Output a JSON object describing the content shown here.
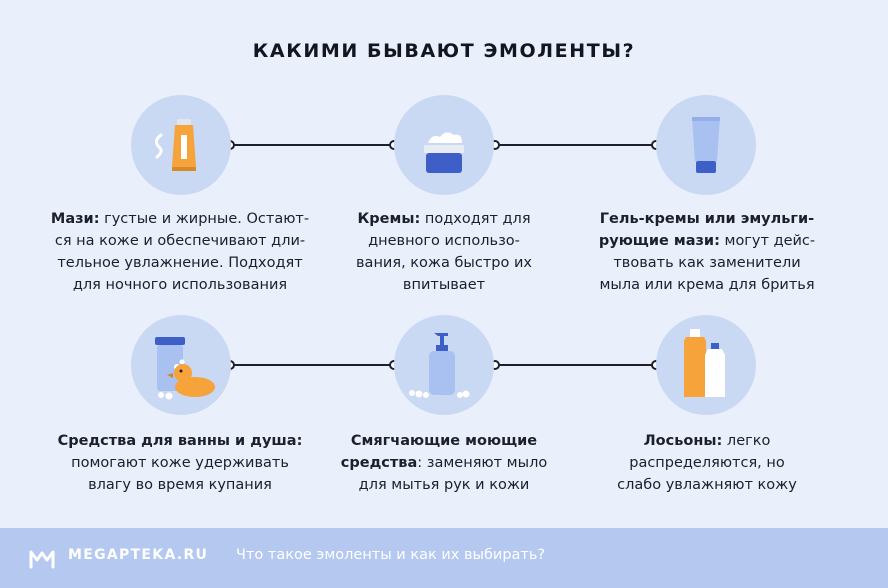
{
  "title": "КАКИМИ БЫВАЮТ ЭМОЛЕНТЫ?",
  "items": [
    {
      "icon": "ointment-tube-icon",
      "name": "Мази:",
      "text_lines": [
        "густые и жирные. Остают-",
        "ся на коже и обеспечивают дли-",
        "тельное увлажнение. Подходят",
        "для ночного использования"
      ]
    },
    {
      "icon": "cream-jar-icon",
      "name": "Кремы:",
      "text_lines": [
        "подходят для",
        "дневного использо-",
        "вания, кожа быстро их",
        "впитывает"
      ]
    },
    {
      "icon": "gel-tube-icon",
      "name_lines": [
        "Гель-кремы или эмульги-",
        "рующие мази:"
      ],
      "text_lines": [
        "могут дейс-",
        "твовать как заменители",
        "мыла или крема для бритья"
      ]
    },
    {
      "icon": "bath-duck-icon",
      "name": "Средства для ванны и душа:",
      "text_lines": [
        "помогают коже удерживать",
        "влагу во время купания"
      ]
    },
    {
      "icon": "pump-bottle-icon",
      "name_lines": [
        "Смягчающие моющие",
        "средства"
      ],
      "text_lines": [
        ": заменяют мыло",
        "для мытья рук и кожи"
      ]
    },
    {
      "icon": "lotion-bottles-icon",
      "name": "Лосьоны:",
      "text_lines": [
        "легко",
        "распределяются, но",
        "слабо увлажняют кожу"
      ]
    }
  ],
  "footer": {
    "brand": "MEGAPTEKA.RU",
    "logo_icon": "megapteka-logo-icon",
    "text": "Что такое эмоленты и как их выбирать?"
  },
  "colors": {
    "background": "#e9f0fb",
    "circle": "#c9d8f3",
    "footer": "#b4c8f0",
    "orange": "#f5a33a",
    "blue": "#3f5fc8",
    "light_blue": "#a9c1f1"
  }
}
